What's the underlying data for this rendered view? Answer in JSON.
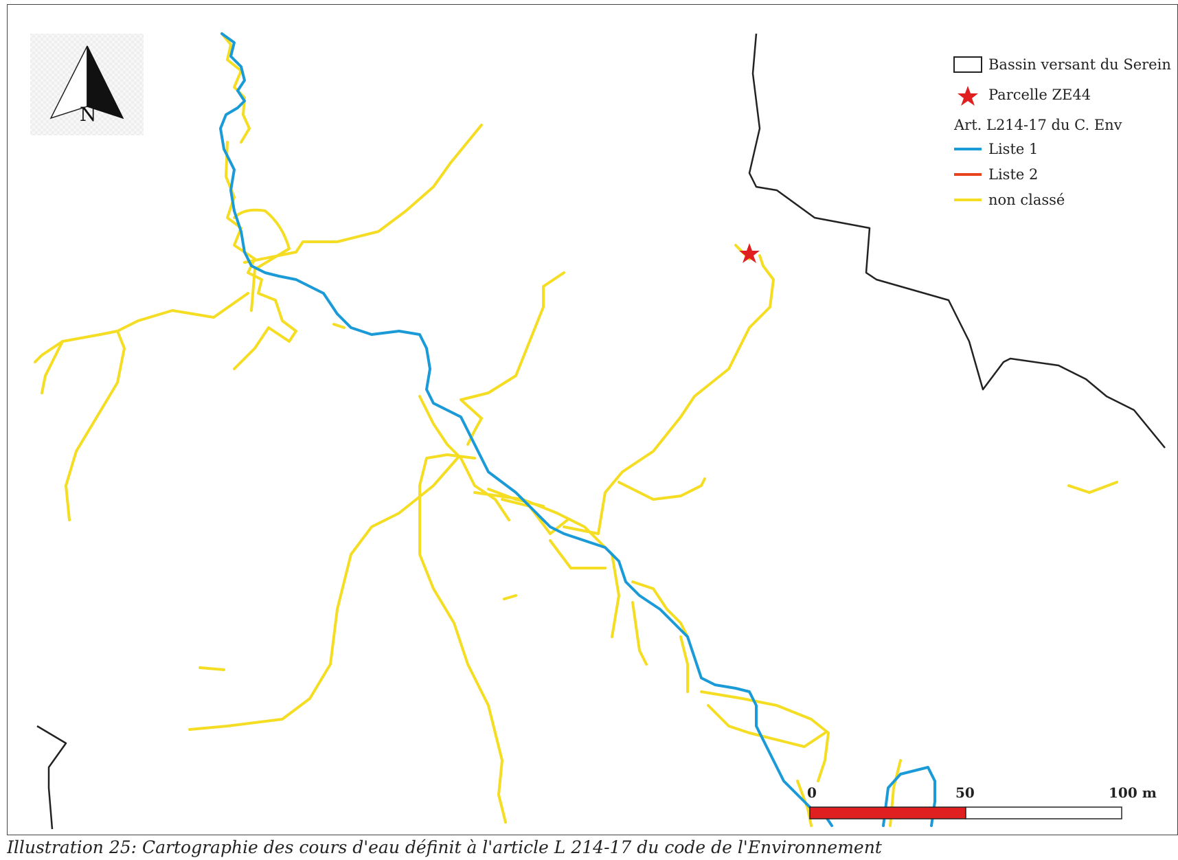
{
  "north_arrow": {
    "letter": "N"
  },
  "legend": {
    "basin_label": "Bassin versant du Serein",
    "parcel_label": "Parcelle ZE44",
    "section_title": "Art. L214-17 du C. Env",
    "items": [
      {
        "label": "Liste 1",
        "color": "#1a9ad6"
      },
      {
        "label": "Liste 2",
        "color": "#e8431c"
      },
      {
        "label": "non classé",
        "color": "#f4dd22"
      }
    ]
  },
  "scale_bar": {
    "labels": [
      "0",
      "50",
      "100 m"
    ],
    "color_filled": "#e02020"
  },
  "caption": "Illustration 25: Cartographie des cours d'eau définit à l'article L 214-17 du code de l'Environnement",
  "colors": {
    "liste1": "#1a9ad6",
    "non_classe": "#f4dd22",
    "basin": "#222222",
    "parcel": "#e02020"
  }
}
